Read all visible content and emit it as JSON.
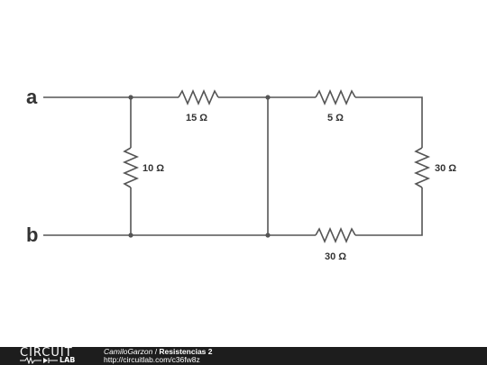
{
  "circuit": {
    "terminals": {
      "a": "a",
      "b": "b"
    },
    "resistors": {
      "r_top_left": "15 Ω",
      "r_top_right": "5 Ω",
      "r_left_vertical": "10 Ω",
      "r_right_vertical": "30 Ω",
      "r_bottom": "30 Ω"
    }
  },
  "footer": {
    "logo_top": "CIRCUIT",
    "logo_bottom": "LAB",
    "author": "CamiloGarzon",
    "separator": " / ",
    "title": "Resistencias 2",
    "url": "http://circuitlab.com/c36fw8z"
  }
}
